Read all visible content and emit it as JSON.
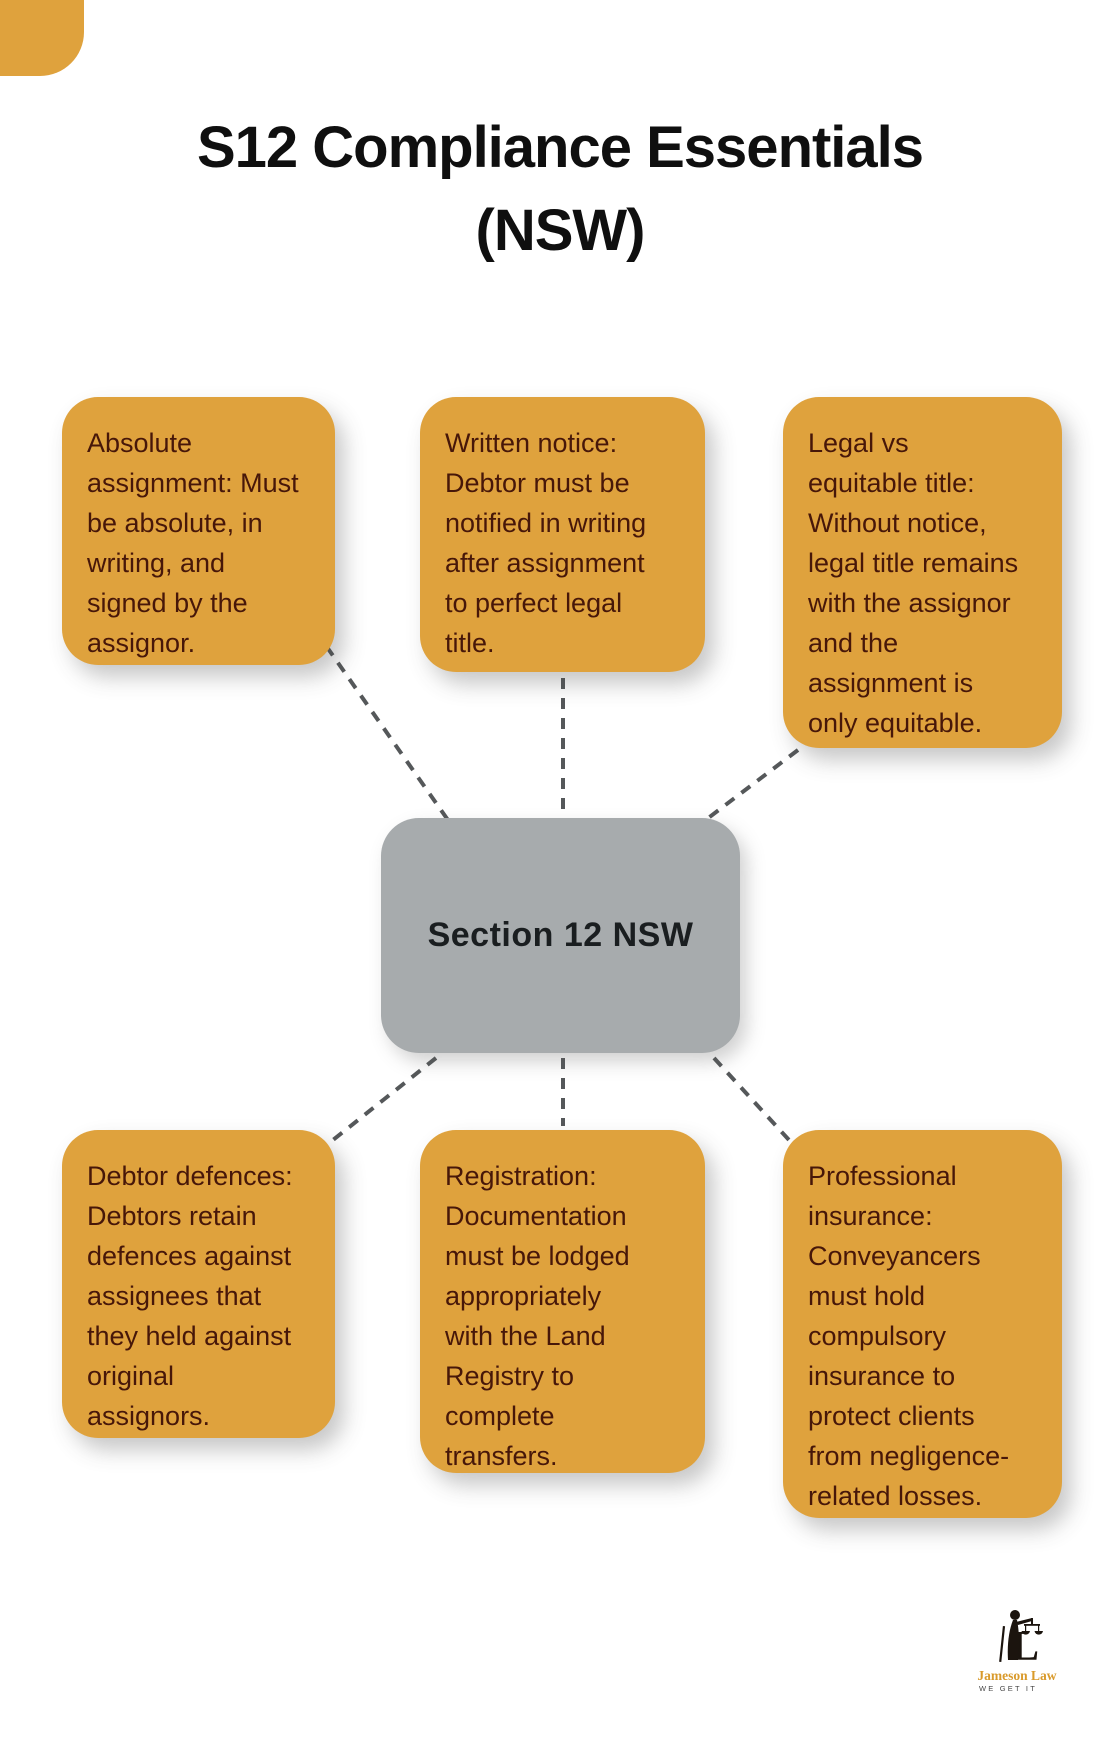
{
  "title": {
    "line1": "S12 Compliance Essentials",
    "line2": "(NSW)"
  },
  "center_node": {
    "label": "Section 12 NSW"
  },
  "boxes": [
    {
      "id": "absolute-assignment",
      "lines": [
        "Absolute",
        "assignment: Must",
        "be absolute, in",
        "writing, and",
        "signed by the",
        "assignor."
      ]
    },
    {
      "id": "written-notice",
      "lines": [
        "Written notice:",
        "Debtor must be",
        "notified in writing",
        "after assignment",
        "to perfect legal",
        "title."
      ]
    },
    {
      "id": "legal-vs-equitable-title",
      "lines": [
        "Legal vs",
        "equitable title:",
        "Without notice,",
        "legal title remains",
        "with the assignor",
        "and the",
        "assignment is",
        "only equitable."
      ]
    },
    {
      "id": "debtor-defences",
      "lines": [
        "Debtor defences:",
        "Debtors retain",
        "defences against",
        "assignees that",
        "they held against",
        "original",
        "assignors."
      ]
    },
    {
      "id": "registration",
      "lines": [
        "Registration:",
        "Documentation",
        "must be lodged",
        "appropriately",
        "with the Land",
        "Registry to",
        "complete",
        "transfers."
      ]
    },
    {
      "id": "professional-insurance",
      "lines": [
        "Professional",
        "insurance:",
        "Conveyancers",
        "must hold",
        "compulsory",
        "insurance to",
        "protect clients",
        "from negligence-",
        "related losses."
      ]
    }
  ],
  "logo": {
    "name": "Jameson Law",
    "tagline": "WE GET IT"
  },
  "icons": {
    "lady_justice": "lady-justice-scales-icon"
  },
  "colors": {
    "box_bg": "#DFA23D",
    "box_text": "#471709",
    "center_bg": "#A7ABAD",
    "center_text": "#1A1E20",
    "dash": "#55585A",
    "title_text": "#0F0F0F",
    "logo_gold": "#D99A2B"
  }
}
